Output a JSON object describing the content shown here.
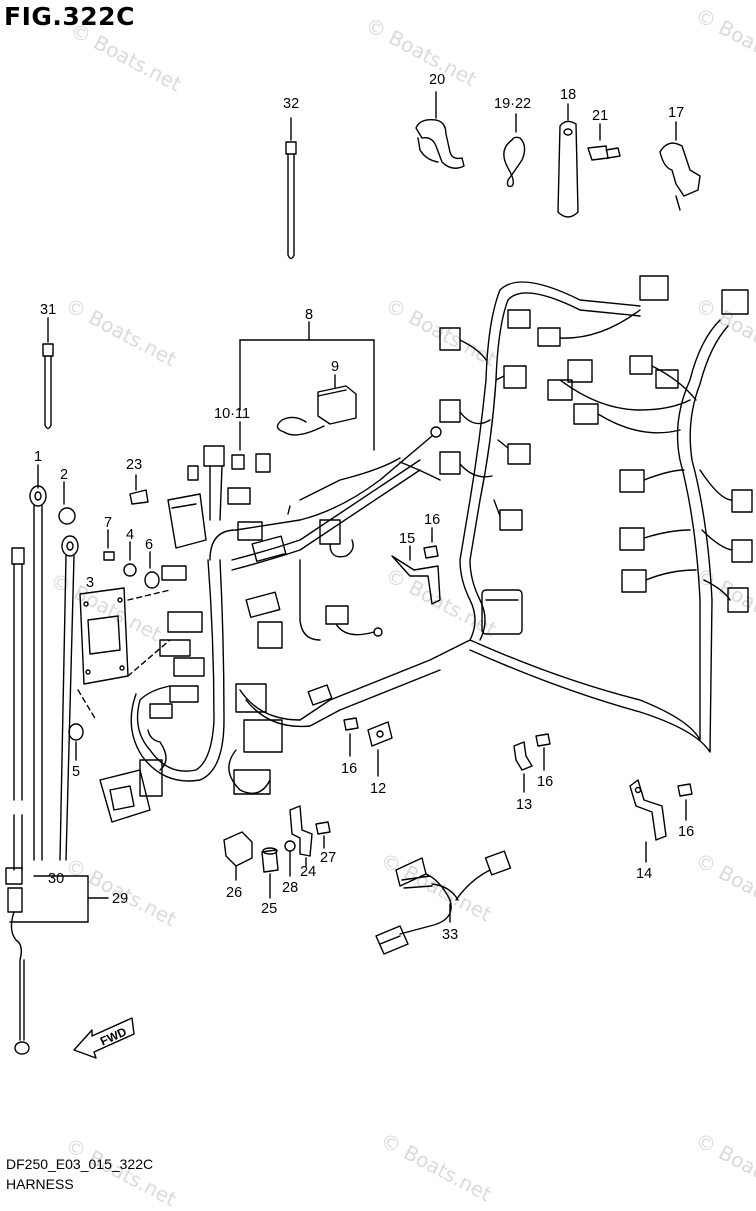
{
  "figure": {
    "title": "FIG.322C",
    "code": "DF250_E03_015_322C",
    "name": "HARNESS",
    "watermark": "© Boats.net",
    "direction_marker": "FWD"
  },
  "callouts": {
    "p1": "1",
    "p2": "2",
    "p3": "3",
    "p4": "4",
    "p5": "5",
    "p6": "6",
    "p7": "7",
    "p8": "8",
    "p9": "9",
    "p10_11": "10·11",
    "p12": "12",
    "p13": "13",
    "p14": "14",
    "p15": "15",
    "p16a": "16",
    "p16b": "16",
    "p16c": "16",
    "p16d": "16",
    "p17": "17",
    "p18": "18",
    "p19_22": "19·22",
    "p20": "20",
    "p21": "21",
    "p23": "23",
    "p24": "24",
    "p25": "25",
    "p26": "26",
    "p27": "27",
    "p28": "28",
    "p29": "29",
    "p30": "30",
    "p31": "31",
    "p32": "32",
    "p33": "33"
  }
}
